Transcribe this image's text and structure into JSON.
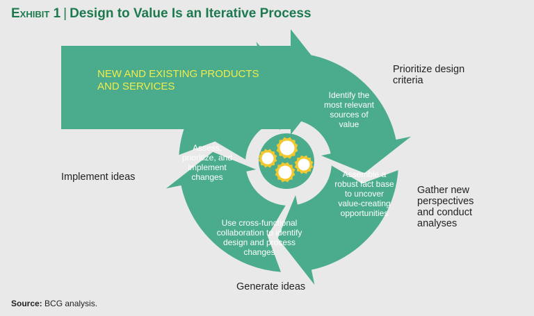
{
  "title": {
    "exhibit": "Exhibit 1",
    "separator": "|",
    "text": "Design to Value Is an Iterative Process"
  },
  "big_arrow": {
    "line1": "NEW AND EXISTING PRODUCTS",
    "line2": "AND SERVICES"
  },
  "steps": [
    {
      "label": "Prioritize design criteria",
      "inner": "Identify the most relevant sources of value"
    },
    {
      "label": "Gather new perspectives and conduct analyses",
      "inner": "Assemble a robust fact base to uncover value-creating opportunities"
    },
    {
      "label": "Generate ideas",
      "inner": "Use cross-functional collaboration to identify design and process changes"
    },
    {
      "label": "Implement ideas",
      "inner": "Assess, prioritize, and implement changes"
    }
  ],
  "source": {
    "label": "Source:",
    "text": "BCG analysis."
  },
  "colors": {
    "green": "#4aac8c",
    "title": "#1d7a4e",
    "yellow": "#f2c830",
    "bg": "#e9e9ea"
  }
}
